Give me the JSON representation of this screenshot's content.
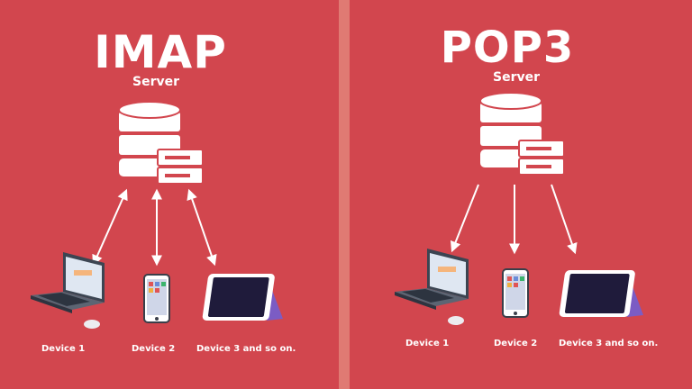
{
  "imap": {
    "title": "IMAP",
    "subtitle": "Server",
    "devices": [
      "Device 1",
      "Device 2",
      "Device 3 and so on."
    ],
    "arrow_style": "bidirectional"
  },
  "pop3": {
    "title": "POP3",
    "subtitle": "Server",
    "devices": [
      "Device 1",
      "Device 2",
      "Device 3 and so on."
    ],
    "arrow_style": "one-way"
  },
  "colors": {
    "background": "#d2464e",
    "divider": "#e07a73",
    "foreground": "#ffffff"
  },
  "icons": [
    "database-server-icon",
    "laptop-icon",
    "smartphone-icon",
    "tablet-icon"
  ]
}
